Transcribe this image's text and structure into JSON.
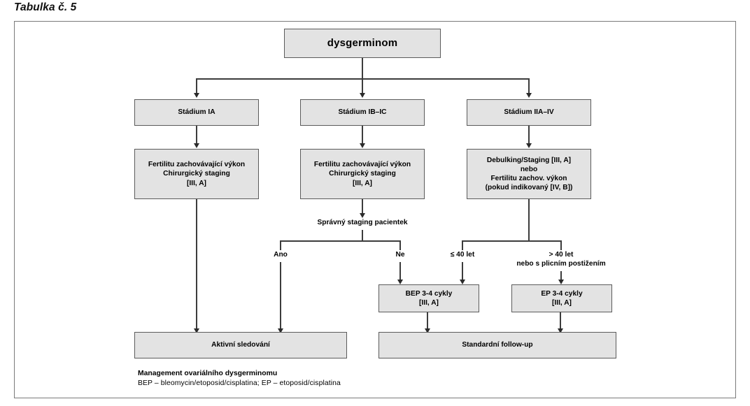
{
  "figure": {
    "title": "Tabulka č. 5",
    "colors": {
      "node_fill": "#e3e3e3",
      "node_border": "#5b5b5b",
      "connector": "#3c3c3c",
      "frame_border": "#7a7a7a",
      "text": "#000000"
    }
  },
  "diagram": {
    "type": "flowchart",
    "root": {
      "label": "dysgerminom"
    },
    "stages": [
      {
        "label": "Stádium IA"
      },
      {
        "label": "Stádium IB–IC"
      },
      {
        "label": "Stádium IIA–IV"
      }
    ],
    "treatments": [
      {
        "line1": "Fertilitu zachovávající výkon",
        "line2": "Chirurgický staging",
        "line3": "[III, A]"
      },
      {
        "line1": "Fertilitu zachovávající výkon",
        "line2": "Chirurgický staging",
        "line3": "[III, A]"
      },
      {
        "line1": "Debulking/Staging [III, A]",
        "line2": "nebo",
        "line3": "Fertilitu zachov. výkon",
        "line4": "(pokud indikovaný [IV, B])"
      }
    ],
    "decision": {
      "label": "Správný staging pacientek"
    },
    "branch_labels": [
      {
        "line1": "Ano"
      },
      {
        "line1": "Ne"
      },
      {
        "line1": "≤ 40 let"
      },
      {
        "line1": "> 40 let",
        "line2": "nebo s plicním postižením"
      }
    ],
    "chemo": [
      {
        "line1": "BEP 3-4 cykly",
        "line2": "[III, A]"
      },
      {
        "line1": "EP 3-4 cykly",
        "line2": "[III, A]"
      }
    ],
    "outcomes": [
      {
        "label": "Aktivní sledování"
      },
      {
        "label": "Standardní follow-up"
      }
    ]
  },
  "footnote": {
    "heading": "Management ovariálního dysgerminomu",
    "legend": "BEP – bleomycin/etoposid/cisplatina; EP – etoposid/cisplatina"
  }
}
